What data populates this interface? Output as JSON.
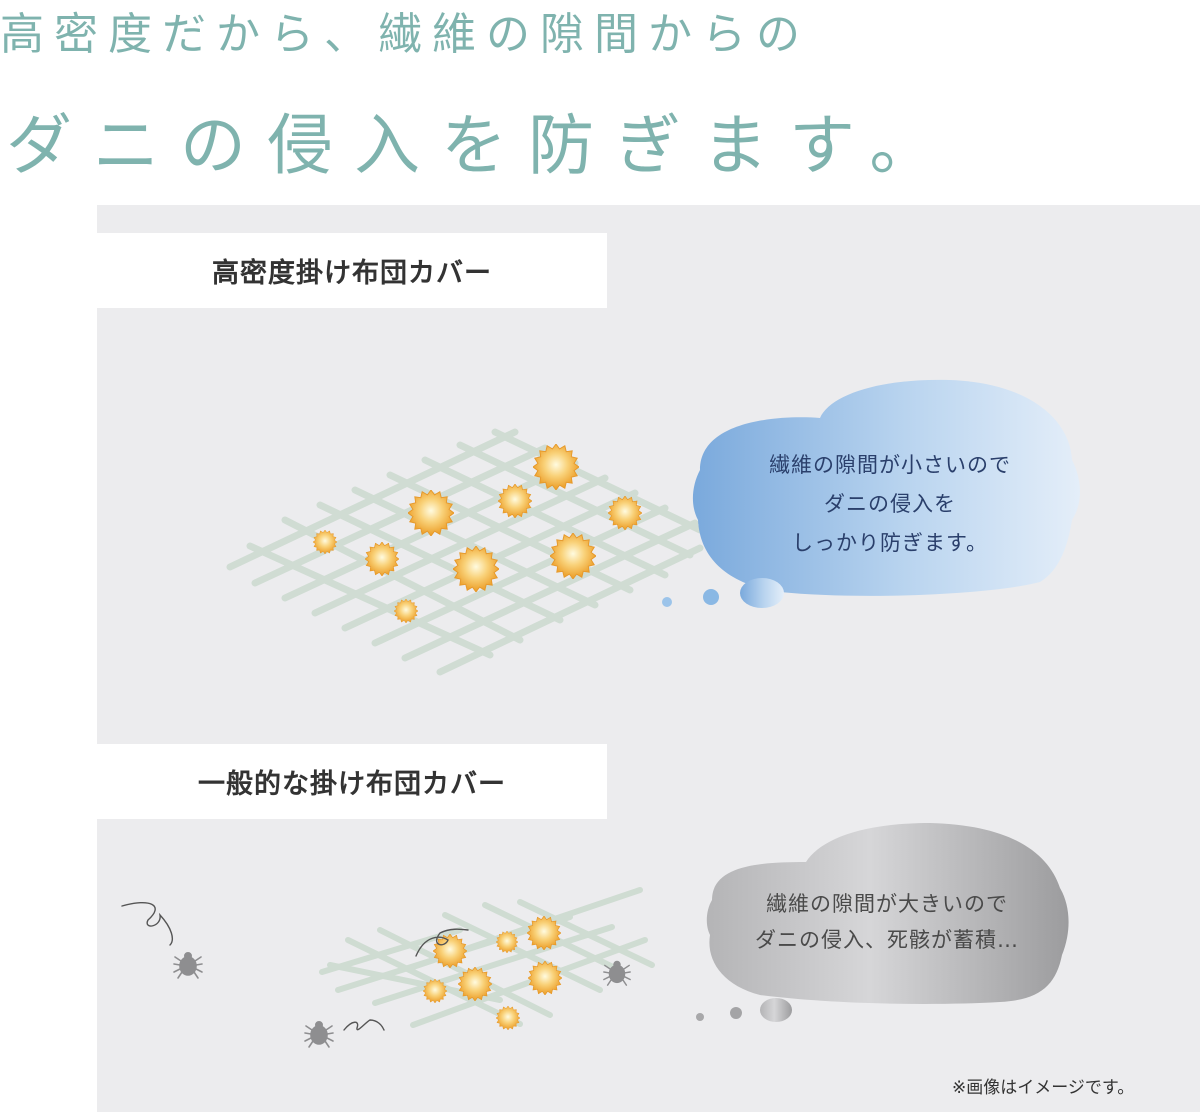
{
  "headline": {
    "line1": "高密度だから、繊維の隙間からの",
    "line2": "ダニの侵入を防ぎます。",
    "color": "#7fb3ae"
  },
  "sections": [
    {
      "label": "高密度掛け布団カバー",
      "bubble": {
        "lines": [
          "繊維の隙間が小さいので",
          "ダニの侵入を",
          "しっかり防ぎます。"
        ],
        "style": "blue"
      },
      "illustration": "dense-fabric-mesh-with-allergens"
    },
    {
      "label": "一般的な掛け布団カバー",
      "bubble": {
        "lines": [
          "繊維の隙間が大きいので",
          "ダニの侵入、死骸が蓄積…"
        ],
        "style": "gray"
      },
      "illustration": "loose-fabric-mesh-with-mites"
    }
  ],
  "footnote": "※画像はイメージです。",
  "colors": {
    "panel_bg": "#ececee",
    "mesh": "#cfdcd2",
    "allergen": "#f0a830",
    "bubble_blue": "#8ab8e4",
    "bubble_gray": "#a8a8aa",
    "mite": "#8e8e90"
  }
}
